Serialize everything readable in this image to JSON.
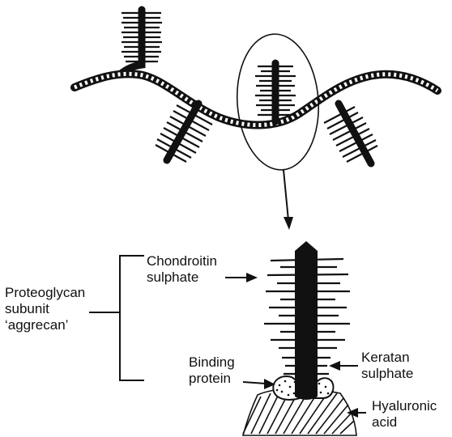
{
  "labels": {
    "proteoglycan": [
      "Proteoglycan",
      "subunit",
      "‘aggrecan’"
    ],
    "chondroitin": [
      "Chondroitin",
      "sulphate"
    ],
    "keratan": [
      "Keratan",
      "sulphate"
    ],
    "binding": [
      "Binding",
      "protein"
    ],
    "hyaluronic": [
      "Hyaluronic",
      "acid"
    ]
  },
  "colors": {
    "ink": "#111111",
    "background": "#ffffff"
  }
}
